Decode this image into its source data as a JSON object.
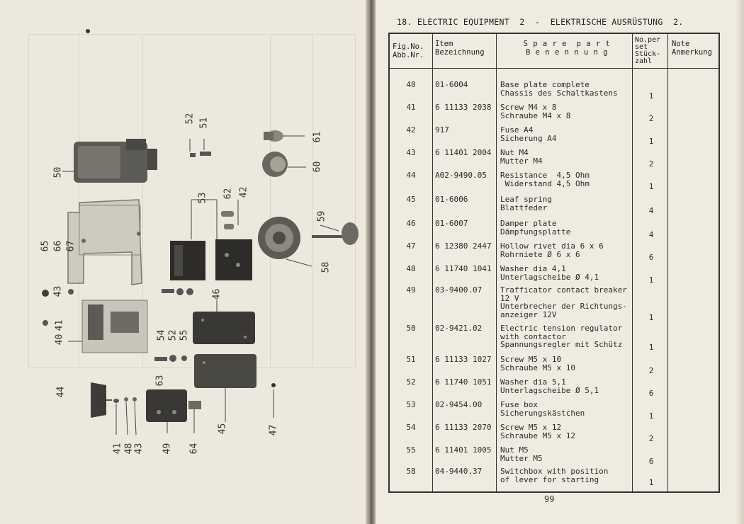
{
  "left_page": {
    "callouts": [
      "50",
      "52",
      "51",
      "61",
      "60",
      "53",
      "62",
      "42",
      "59",
      "65",
      "66",
      "67",
      "43",
      "58",
      "46",
      "54",
      "52",
      "55",
      "40",
      "41",
      "63",
      "44",
      "45",
      "47",
      "41",
      "48",
      "43",
      "49",
      "64"
    ]
  },
  "right_page": {
    "section_title": "18. ELECTRIC EQUIPMENT  2  -  ELEKTRISCHE AUSRÜSTUNG  2.",
    "headers": {
      "fig": "Fig.No.\nAbb.Nr.",
      "item": "Item\nBezeichnung",
      "part": "S p a r e  p a r t\nB e n e n n u n g",
      "qty": "No.per\nset\nStück-\nzahl",
      "note": "Note\nAnmerkung"
    },
    "rows": [
      {
        "fig": "40",
        "item": "01-6004",
        "part": "Base plate complete\nChassis des Schaltkastens",
        "qty": "1"
      },
      {
        "fig": "41",
        "item": "6 11133 2038",
        "part": "Screw M4 x 8\nSchraube M4 x 8",
        "qty": "2"
      },
      {
        "fig": "42",
        "item": "917",
        "part": "Fuse A4\nSicherung A4",
        "qty": "1"
      },
      {
        "fig": "43",
        "item": "6 11401 2004",
        "part": "Nut M4\nMutter M4",
        "qty": "2"
      },
      {
        "fig": "44",
        "item": "A02-9490.05",
        "part": "Resistance  4,5 Ohm\n Widerstand 4,5 Ohm",
        "qty": "1"
      },
      {
        "fig": "45",
        "item": "01-6006",
        "part": "Leaf spring\nBlattfeder",
        "qty": "4"
      },
      {
        "fig": "46",
        "item": "01-6007",
        "part": "Damper plate\nDämpfungsplatte",
        "qty": "4"
      },
      {
        "fig": "47",
        "item": "6 12380 2447",
        "part": "Hollow rivet dia 6 x 6\nRohrniete Ø 6 x 6",
        "qty": "6"
      },
      {
        "fig": "48",
        "item": "6 11740 1041",
        "part": "Washer dia 4,1\nUnterlagscheibe Ø 4,1",
        "qty": "1"
      },
      {
        "fig": "49",
        "item": "03-9400.07",
        "part": "Trafficator contact breaker\n12 V\nUnterbrecher der Richtungs-\nanzeiger 12V",
        "qty": "1"
      },
      {
        "fig": "50",
        "item": "02-9421.02",
        "part": "Electric tension regulator\nwith contactor\nSpannungsregler mit Schütz",
        "qty": "1"
      },
      {
        "fig": "51",
        "item": "6 11133 1027",
        "part": "Screw M5 x 10\nSchraube M5 x 10",
        "qty": "2"
      },
      {
        "fig": "52",
        "item": "6 11740 1051",
        "part": "Washer dia 5,1\nUnterlagscheibe Ø 5,1",
        "qty": "6"
      },
      {
        "fig": "53",
        "item": "02-9454.00",
        "part": "Fuse box\nSicherungskästchen",
        "qty": "1"
      },
      {
        "fig": "54",
        "item": "6 11133 2070",
        "part": "Screw M5 x 12\nSchraube M5 x 12",
        "qty": "2"
      },
      {
        "fig": "55",
        "item": "6 11401 1005",
        "part": "Nut M5\nMutter M5",
        "qty": "6"
      },
      {
        "fig": "58",
        "item": "04-9440.37",
        "part": "Switchbox with position\nof lever for starting",
        "qty": "1"
      }
    ],
    "page_number": "99"
  }
}
